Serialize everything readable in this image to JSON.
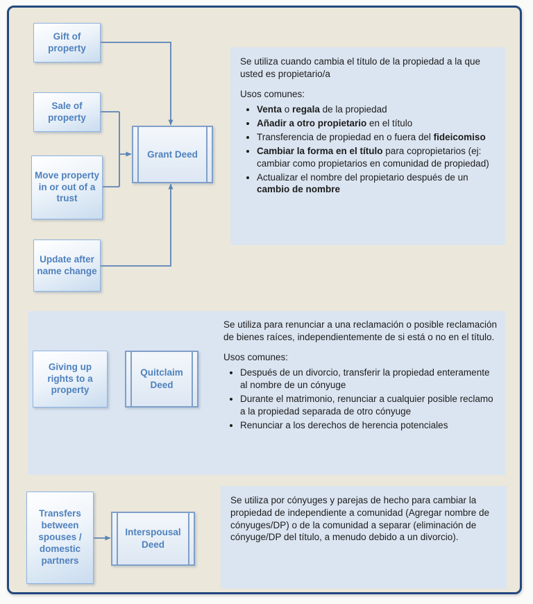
{
  "colors": {
    "canvas_bg": "#ebe7da",
    "frame_border": "#24477f",
    "panel_bg": "#dbe5f1",
    "box_border": "#8eb4e3",
    "box_text": "#4f81bd",
    "arrow": "#5b83b8",
    "body_text": "#1c1c1c"
  },
  "grant_section": {
    "source_boxes": [
      {
        "label": "Gift of property"
      },
      {
        "label": "Sale of property"
      },
      {
        "label": "Move property in or out of a trust"
      },
      {
        "label": "Update after name change"
      }
    ],
    "deed_label": "Grant Deed",
    "intro": "Se utiliza cuando cambia el título de la propiedad a la que usted es propietario/a",
    "uses_heading": "Usos comunes:",
    "bullets": [
      [
        {
          "t": "Venta",
          "b": true
        },
        {
          "t": " o ",
          "b": false
        },
        {
          "t": "regala",
          "b": true
        },
        {
          "t": " de la propiedad",
          "b": false
        }
      ],
      [
        {
          "t": "Añadir a otro propietario",
          "b": true
        },
        {
          "t": " en el título",
          "b": false
        }
      ],
      [
        {
          "t": "Transferencia de propiedad en o fuera del ",
          "b": false
        },
        {
          "t": "fideicomiso",
          "b": true
        }
      ],
      [
        {
          "t": "Cambiar la forma en el título",
          "b": true
        },
        {
          "t": " para copropietarios (ej: cambiar como propietarios en comunidad de propiedad)",
          "b": false
        }
      ],
      [
        {
          "t": "Actualizar el nombre del propietario después de un ",
          "b": false
        },
        {
          "t": "cambio de nombre",
          "b": true
        }
      ]
    ]
  },
  "quitclaim_section": {
    "source_boxes": [
      {
        "label": "Giving up rights to a property"
      }
    ],
    "deed_label": "Quitclaim Deed",
    "intro": "Se utiliza para renunciar a una reclamación o posible reclamación de bienes raíces, independientemente de si está o no en el título.",
    "uses_heading": "Usos comunes:",
    "bullets": [
      [
        {
          "t": "Después de un divorcio, transferir la propiedad enteramente al nombre de un cónyuge",
          "b": false
        }
      ],
      [
        {
          "t": "Durante el matrimonio, renunciar a cualquier posible reclamo a la propiedad separada de otro cónyuge",
          "b": false
        }
      ],
      [
        {
          "t": "Renunciar a los derechos de herencia potenciales",
          "b": false
        }
      ]
    ]
  },
  "interspousal_section": {
    "source_boxes": [
      {
        "label": "Transfers between spouses / domestic partners"
      }
    ],
    "deed_label": "Interspousal Deed",
    "intro": "Se utiliza por cónyuges y parejas de hecho para cambiar la propiedad de independiente a comunidad (Agregar nombre de cónyuges/DP) o de la comunidad a separar (eliminación de cónyuge/DP del título, a menudo debido a un divorcio)."
  }
}
